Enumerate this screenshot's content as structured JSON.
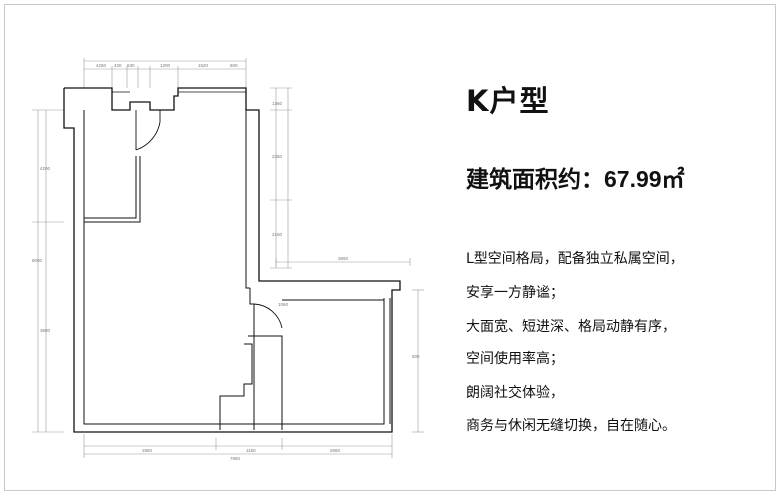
{
  "unit_title": "K户型",
  "area": {
    "label": "建筑面积约：",
    "value": "67.99㎡"
  },
  "description": [
    "L型空间格局，配备独立私属空间，",
    "安享一方静谧；",
    "大面宽、短进深、格局动静有序，",
    "空间使用率高；",
    "朗阔社交体验，",
    "商务与休闲无缝切换，自在随心。"
  ],
  "plan": {
    "dims_top": [
      "4260",
      "420",
      "630",
      "1200",
      "1520",
      "600"
    ],
    "dims_bottom": [
      "2550",
      "1150",
      "2650",
      "7950"
    ],
    "dims_right": [
      "1360",
      "2350",
      "2150",
      "600"
    ],
    "dims_left": [
      "4200",
      "8000",
      "3600"
    ],
    "dims_mid": [
      "3650",
      "1060"
    ]
  }
}
